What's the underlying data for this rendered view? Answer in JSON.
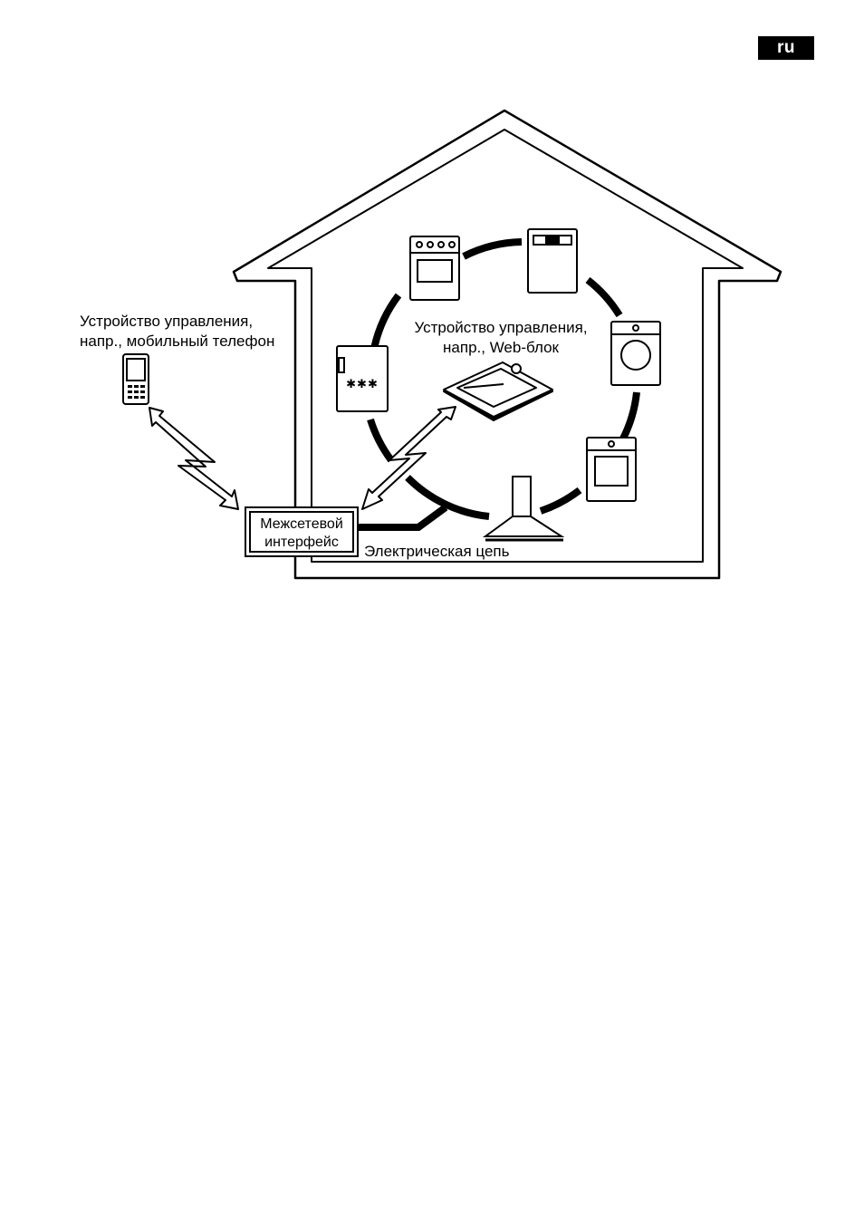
{
  "header": {
    "language_badge": "ru"
  },
  "diagram": {
    "mobile_label": {
      "line1": "Устройство управления,",
      "line2": "напр., мобильный телефон"
    },
    "web_label": {
      "line1": "Устройство управления,",
      "line2": "напр., Web-блок"
    },
    "gateway": {
      "line1": "Межсетевой",
      "line2": "интерфейс"
    },
    "circuit_label": "Электрическая цепь",
    "fridge_stars": "✱✱✱",
    "icons": [
      "house-outline-icon",
      "oven-icon",
      "dishwasher-icon",
      "washing-machine-icon",
      "dryer-icon",
      "range-hood-icon",
      "fridge-icon",
      "mobile-phone-icon",
      "web-tablet-icon",
      "wireless-arrow-icon"
    ]
  }
}
